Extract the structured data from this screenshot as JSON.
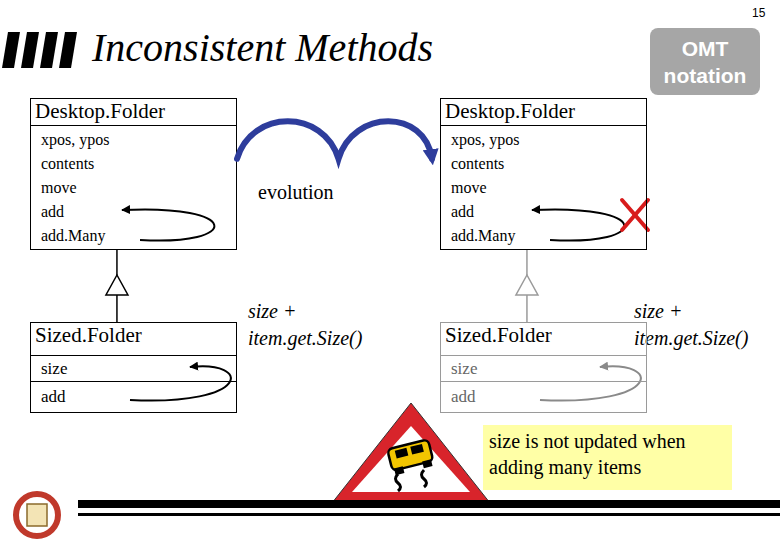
{
  "diagram": {
    "title": "Inconsistent Methods",
    "nodes": [
      {
        "text": [
          "OMT notation"
        ]
      },
      {
        "text": [
          "Desktop.Folder",
          "xpos, ypos",
          "contents",
          "move",
          "add",
          "add.Many"
        ]
      },
      {
        "text": [
          "Desktop.Folder",
          "xpos, ypos",
          "contents",
          "move",
          "add",
          "add.Many"
        ]
      },
      {
        "text": [
          "Sized.Folder",
          "size",
          "add"
        ]
      },
      {
        "text": [
          "Sized.Folder",
          "size",
          "add"
        ]
      },
      {
        "text": [
          "size is not updated when adding many items"
        ]
      }
    ],
    "edges": [
      {
        "from": 3,
        "to": 1,
        "arrow": "to"
      },
      {
        "from": 4,
        "to": 2,
        "arrow": "to"
      },
      {
        "from": 1,
        "to": 2,
        "arrow": "to",
        "label": "evolution"
      }
    ],
    "labels": [
      "15",
      "size + item.get.Size()",
      "size + item.get.Size()"
    ]
  }
}
